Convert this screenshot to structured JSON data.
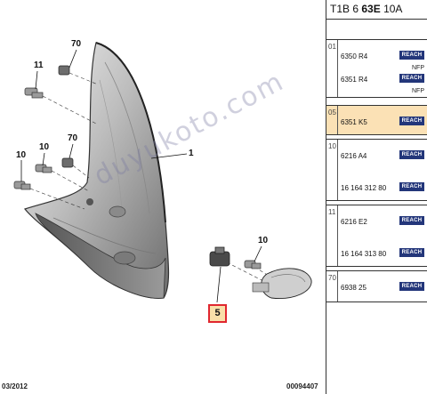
{
  "header": {
    "prefix": "T1B 6",
    "code_bold": "63E",
    "suffix": "10A"
  },
  "diagram": {
    "watermark": "duyukoto.com",
    "callouts": {
      "c70_top": "70",
      "c11": "11",
      "c70_mid": "70",
      "c10_left": "10",
      "c1": "1",
      "c10_right": "10",
      "c5": "5"
    },
    "footer": {
      "date": "03/2012",
      "doc_number": "00094407"
    }
  },
  "parts_panel": {
    "groups": [
      {
        "num": "01",
        "selected": false,
        "items": [
          {
            "ref": "6350 R4",
            "badge": "REACH",
            "note": "NFP"
          },
          {
            "ref": "6351 R4",
            "badge": "REACH",
            "note": "NFP"
          }
        ]
      },
      {
        "num": "05",
        "selected": true,
        "items": [
          {
            "ref": "6351 K5",
            "badge": "REACH",
            "note": ""
          }
        ]
      },
      {
        "num": "10",
        "selected": false,
        "items": [
          {
            "ref": "6216 A4",
            "badge": "REACH",
            "note": ""
          },
          {
            "ref": "16 164 312 80",
            "badge": "REACH",
            "note": ""
          }
        ]
      },
      {
        "num": "11",
        "selected": false,
        "items": [
          {
            "ref": "6216 E2",
            "badge": "REACH",
            "note": ""
          },
          {
            "ref": "16 164 313 80",
            "badge": "REACH",
            "note": ""
          }
        ]
      },
      {
        "num": "70",
        "selected": false,
        "items": [
          {
            "ref": "6938 25",
            "badge": "REACH",
            "note": ""
          }
        ]
      }
    ]
  },
  "colors": {
    "accent_selected": "#fbe1b5",
    "callout_border": "#e0272f",
    "reach_badge": "#23367a"
  }
}
